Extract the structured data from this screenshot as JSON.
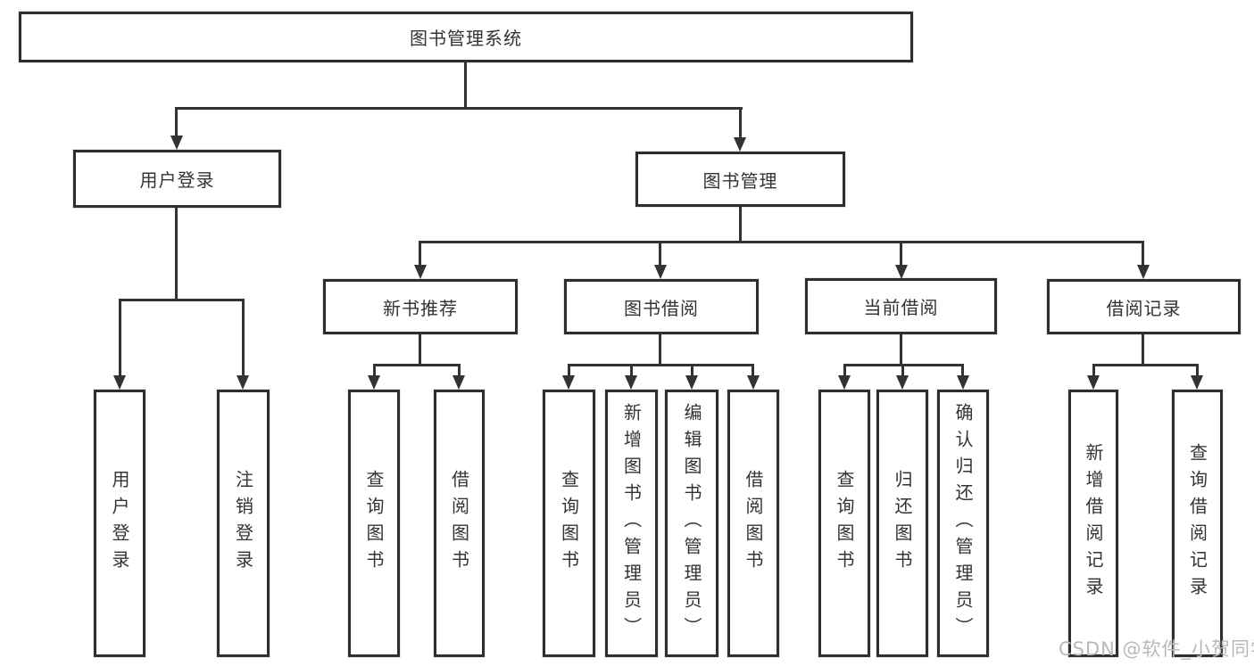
{
  "diagram": {
    "root": "图书管理系统",
    "branches": [
      {
        "label": "用户登录",
        "children": [
          "用户登录",
          "注销登录"
        ]
      },
      {
        "label": "图书管理",
        "groups": [
          {
            "label": "新书推荐",
            "children": [
              "查询图书",
              "借阅图书"
            ]
          },
          {
            "label": "图书借阅",
            "children": [
              "查询图书",
              "新增图书（管理员）",
              "编辑图书（管理员）",
              "借阅图书"
            ]
          },
          {
            "label": "当前借阅",
            "children": [
              "查询图书",
              "归还图书",
              "确认归还（管理员）"
            ]
          },
          {
            "label": "借阅记录",
            "children": [
              "新增借阅记录",
              "查询借阅记录"
            ]
          }
        ]
      }
    ]
  },
  "watermark": "CSDN @软件_小贺同学",
  "colors": {
    "line": "#333333",
    "border": "#2e2e2e",
    "text": "#333333",
    "watermark": "#b9b9b9",
    "background": "#ffffff"
  }
}
